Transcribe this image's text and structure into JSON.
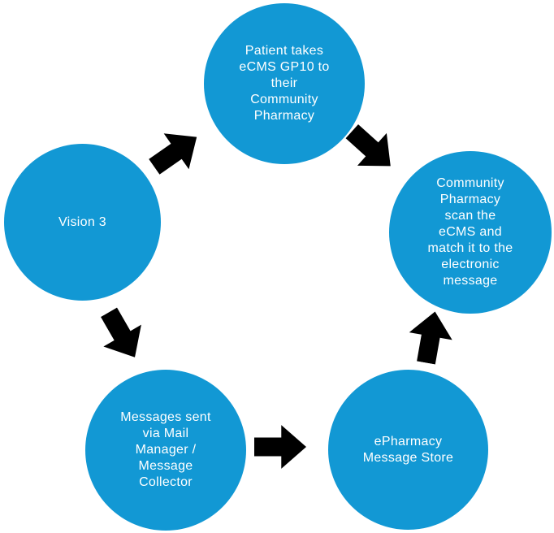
{
  "diagram": {
    "type": "process-cycle",
    "background_color": "#ffffff",
    "node_fill_color": "#1298d4",
    "node_text_color": "#ffffff",
    "arrow_color": "#000000",
    "nodes": [
      {
        "id": "patient-takes",
        "position": "top",
        "label": "Patient takes\neCMS GP10 to\ntheir\nCommunity\nPharmacy"
      },
      {
        "id": "community-scan",
        "position": "right",
        "label": "Community\nPharmacy\nscan the\neCMS and\nmatch it to the\nelectronic\nmessage"
      },
      {
        "id": "vision-3",
        "position": "left",
        "label": "Vision 3"
      },
      {
        "id": "messages-sent",
        "position": "bottom-left",
        "label": "Messages sent\nvia Mail\nManager /\nMessage\nCollector"
      },
      {
        "id": "epharmacy-store",
        "position": "bottom-right",
        "label": "ePharmacy\nMessage Store"
      }
    ],
    "arrows": [
      {
        "from": "vision-3",
        "to": "patient-takes",
        "direction": "up-right"
      },
      {
        "from": "patient-takes",
        "to": "community-scan",
        "direction": "down-right"
      },
      {
        "from": "vision-3",
        "to": "messages-sent",
        "direction": "down-right"
      },
      {
        "from": "messages-sent",
        "to": "epharmacy-store",
        "direction": "right"
      },
      {
        "from": "epharmacy-store",
        "to": "community-scan",
        "direction": "up"
      }
    ]
  }
}
